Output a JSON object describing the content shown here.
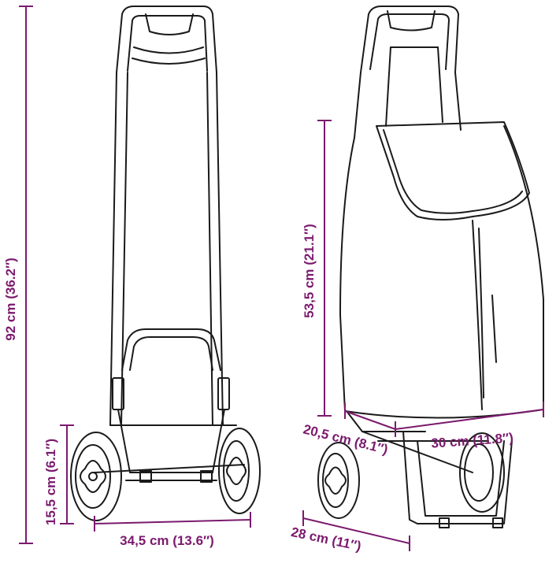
{
  "colors": {
    "dimension": "#7b1a6e",
    "outline": "#1a1a1a",
    "background": "#ffffff"
  },
  "dimensions": {
    "total_height": "92 cm (36.2″)",
    "wheel_height": "15,5 cm (6.1″)",
    "frame_width": "34,5 cm (13.6″)",
    "bag_height": "53,5 cm (21.1″)",
    "bag_depth": "20,5 cm (8.1″)",
    "bag_width": "30 cm (11.8″)",
    "base_depth": "28 cm (11″)"
  },
  "icons": {
    "left_view": "trolley-frame-front-view",
    "right_view": "trolley-with-bag-side-view",
    "wheels": "wheel-icon"
  }
}
